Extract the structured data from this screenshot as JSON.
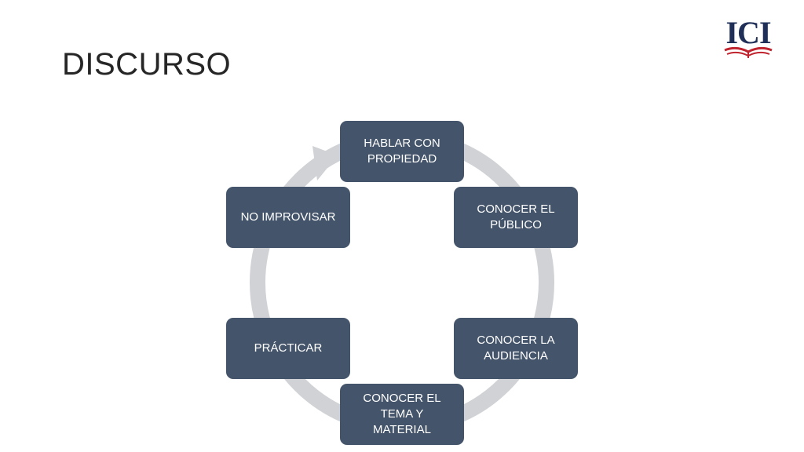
{
  "slide": {
    "title": "DISCURSO",
    "logo_text": "ICI"
  },
  "cycle": {
    "nodes": [
      {
        "id": "hablar",
        "label": "HABLAR CON PROPIEDAD"
      },
      {
        "id": "publico",
        "label": "CONOCER EL PÚBLICO"
      },
      {
        "id": "audiencia",
        "label": "CONOCER LA AUDIENCIA"
      },
      {
        "id": "tema",
        "label": "CONOCER EL TEMA Y MATERIAL"
      },
      {
        "id": "practicar",
        "label": "PRÁCTICAR"
      },
      {
        "id": "improvisar",
        "label": "NO IMPROVISAR"
      }
    ]
  },
  "colors": {
    "node_fill": "#44546a",
    "node_text": "#ffffff",
    "ring": "#d0d2d5",
    "logo_navy": "#1f2f57",
    "logo_red": "#c0242e"
  },
  "icons": {
    "logo": "ici-book-logo",
    "cycle_arrow": "arrow-head-icon"
  }
}
